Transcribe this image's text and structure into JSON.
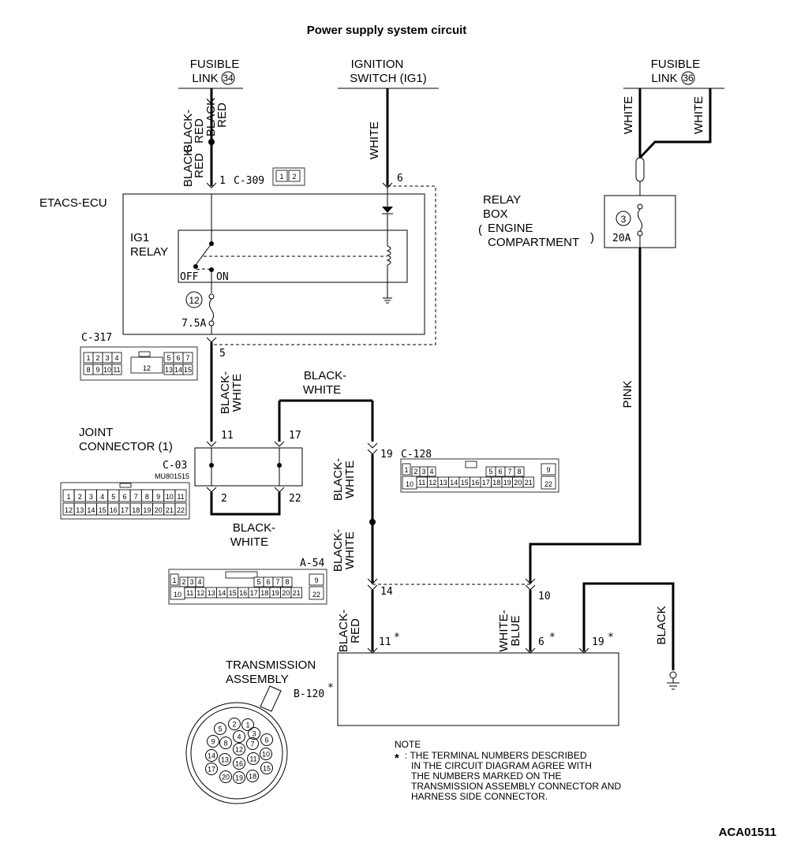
{
  "title": "Power supply system circuit",
  "sources": {
    "fusible_link_34": {
      "line1": "FUSIBLE",
      "line2": "LINK",
      "num": "34"
    },
    "ignition_switch": {
      "line1": "IGNITION",
      "line2": "SWITCH (IG1)"
    },
    "fusible_link_36": {
      "line1": "FUSIBLE",
      "line2": "LINK",
      "num": "36"
    }
  },
  "wires": {
    "black_red": "BLACK-RED",
    "black_red_a": "BLACK-",
    "black_red_b": "RED",
    "white": "WHITE",
    "black_white_a": "BLACK-",
    "black_white_b": "WHITE",
    "pink": "PINK",
    "white_blue_a": "WHITE-",
    "white_blue_b": "BLUE",
    "black": "BLACK"
  },
  "etacs": {
    "label": "ETACS-ECU",
    "relay_line1": "IG1",
    "relay_line2": "RELAY",
    "off": "OFF",
    "on": "ON",
    "fuse_num": "12",
    "fuse_rating": "7.5A",
    "pin_in": "1",
    "pin_ig": "6",
    "pin_out": "5"
  },
  "connectors": {
    "c309": {
      "name": "C-309",
      "pins": [
        "1",
        "2"
      ]
    },
    "c317": {
      "name": "C-317",
      "row1": [
        "1",
        "2",
        "3",
        "4"
      ],
      "mid": "12",
      "row1b": [
        "5",
        "6",
        "7"
      ],
      "row2": [
        "8",
        "9",
        "10",
        "11"
      ],
      "row2b": [
        "13",
        "14",
        "15"
      ]
    },
    "c03": {
      "name": "C-03",
      "part": "MU801515",
      "row1": [
        "1",
        "2",
        "3",
        "4",
        "5",
        "6",
        "7",
        "8",
        "9",
        "10",
        "11"
      ],
      "row2": [
        "12",
        "13",
        "14",
        "15",
        "16",
        "17",
        "18",
        "19",
        "20",
        "21",
        "22"
      ]
    },
    "c128": {
      "name": "C-128",
      "pin": "19",
      "row1": [
        "1",
        "2",
        "3",
        "4",
        "",
        "5",
        "6",
        "7",
        "8",
        "9"
      ],
      "row2": [
        "10",
        "11",
        "12",
        "13",
        "14",
        "15",
        "16",
        "17",
        "18",
        "19",
        "20",
        "21",
        "22"
      ]
    },
    "a54": {
      "name": "A-54",
      "pin": "14",
      "row1": [
        "1",
        "2",
        "3",
        "4",
        "",
        "5",
        "6",
        "7",
        "8",
        "9"
      ],
      "row2": [
        "10",
        "11",
        "12",
        "13",
        "14",
        "15",
        "16",
        "17",
        "18",
        "19",
        "20",
        "21",
        "22"
      ]
    },
    "b120": {
      "name": "B-120",
      "pins": [
        "1",
        "2",
        "3",
        "4",
        "5",
        "6",
        "7",
        "8",
        "9",
        "10",
        "11",
        "12",
        "13",
        "14",
        "15",
        "16",
        "17",
        "18",
        "19",
        "20"
      ]
    }
  },
  "joint": {
    "line1": "JOINT",
    "line2": "CONNECTOR (1)",
    "pin11": "11",
    "pin17": "17",
    "pin2": "2",
    "pin22": "22"
  },
  "relay_box": {
    "line1": "RELAY",
    "line2": "BOX",
    "line3": "ENGINE",
    "line4": "COMPARTMENT",
    "fuse_num": "3",
    "fuse_rating": "20A"
  },
  "a54_pin10": "10",
  "transmission": {
    "line1": "TRANSMISSION",
    "line2": "ASSEMBLY",
    "pin11": "11",
    "pin6": "6",
    "pin19": "19",
    "star": "*"
  },
  "note": {
    "heading": "NOTE",
    "star": "*",
    "lines": [
      ": THE TERMINAL NUMBERS DESCRIBED",
      "IN THE CIRCUIT DIAGRAM AGREE WITH",
      "THE NUMBERS MARKED ON THE",
      "TRANSMISSION ASSEMBLY CONNECTOR AND",
      "HARNESS SIDE CONNECTOR."
    ]
  },
  "code": "ACA01511"
}
